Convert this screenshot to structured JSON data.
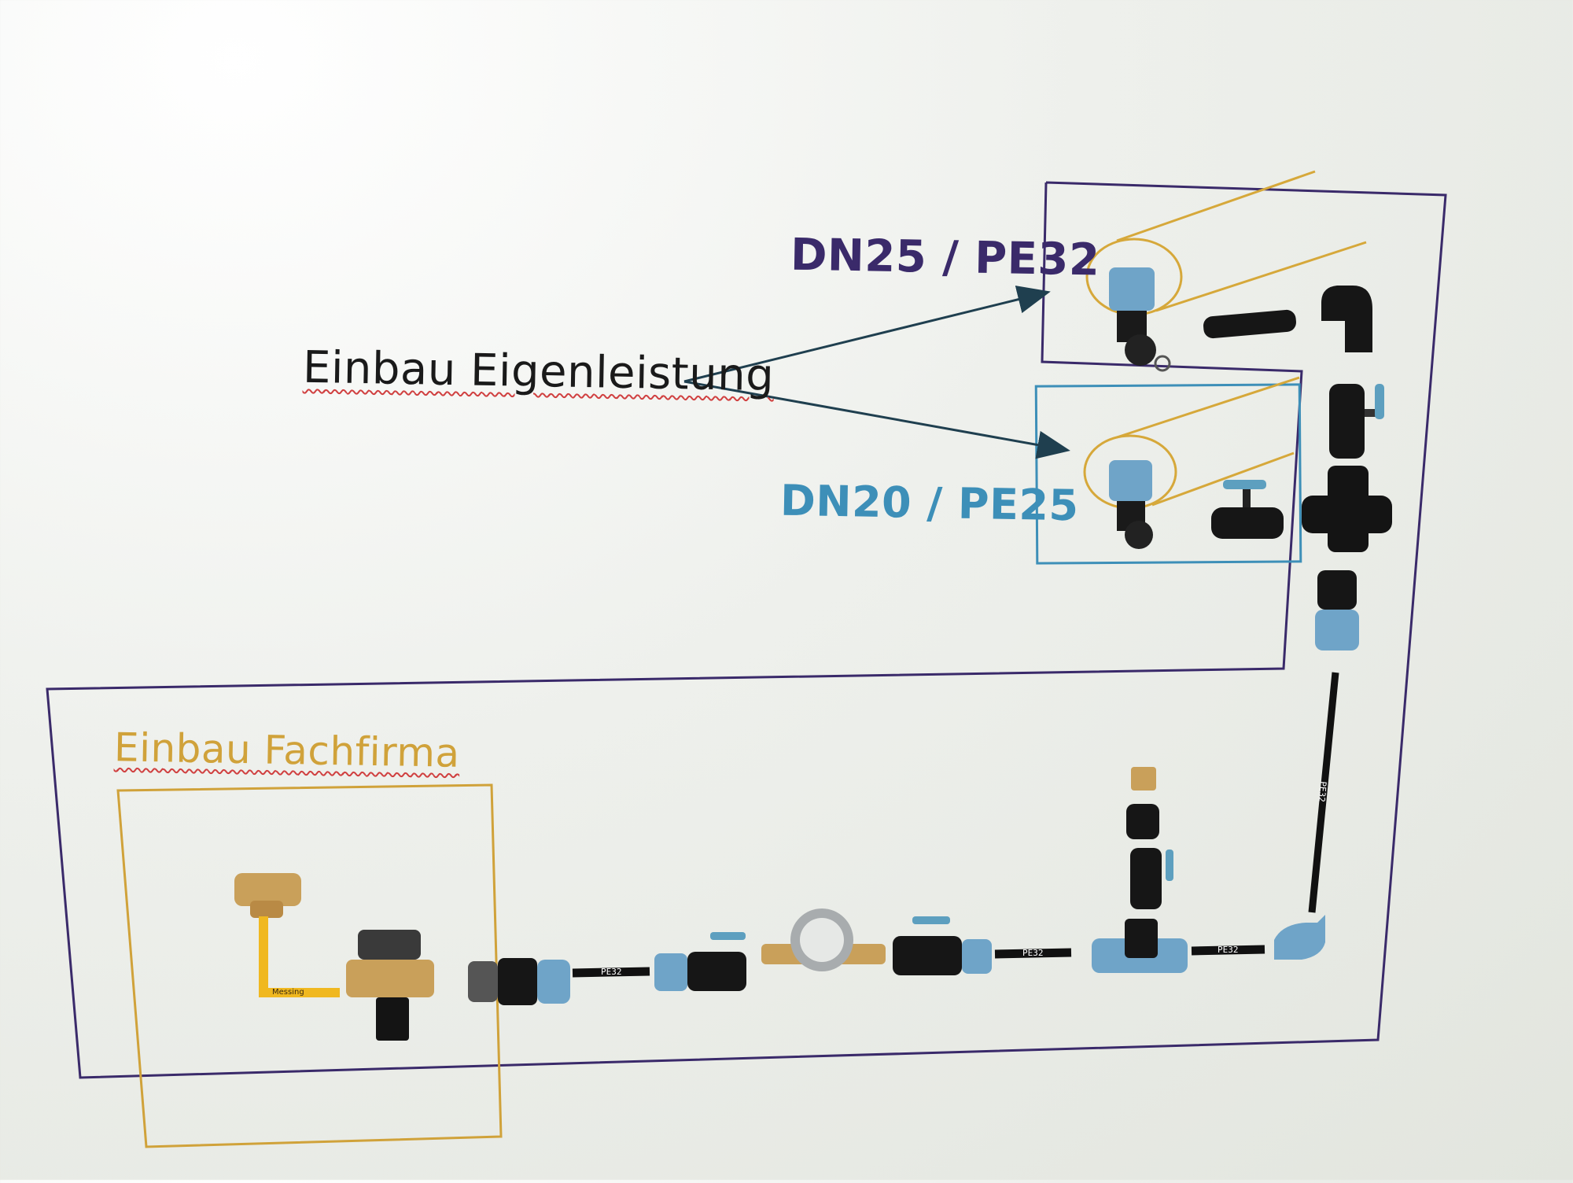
{
  "labels": {
    "eigenleistung": "Einbau Eigenleistung",
    "dn25_pe32": "DN25 / PE32",
    "dn20_pe25": "DN20 / PE25",
    "fachfirma": "Einbau Fachfirma",
    "messing": "Messing",
    "pipe_pe32": "PE32"
  },
  "colors": {
    "frame_purple": "#3a2a6a",
    "frame_blue": "#3d8fb8",
    "frame_gold": "#d0a23a",
    "arrow": "#1f3f4f",
    "pipe": "#111111",
    "fitting_blue": "#7fb0d0",
    "brass": "#c9a05a"
  },
  "icons": {
    "elbow": "pe-elbow-coupling-icon",
    "ball_valve": "ball-valve-icon",
    "tee": "pe-tee-icon",
    "meter": "water-meter-icon",
    "pressure_reducer": "pressure-reducer-icon"
  }
}
